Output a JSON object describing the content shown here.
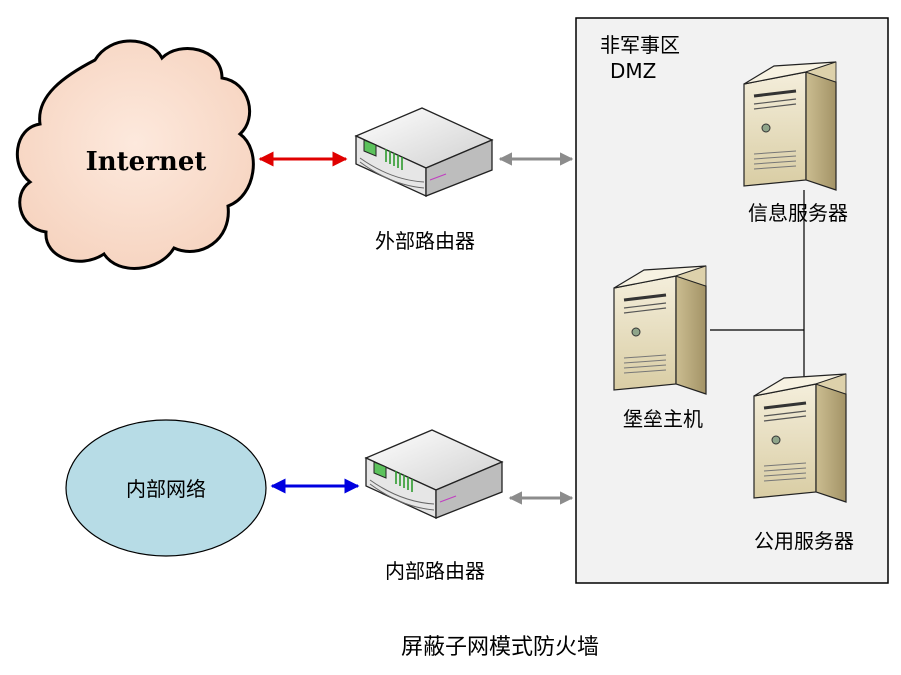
{
  "diagram": {
    "caption": "屏蔽子网模式防火墙",
    "internet": {
      "label": "Internet",
      "fill": "#f9dccb"
    },
    "internal_network": {
      "label": "内部网络",
      "fill": "#b7dce6"
    },
    "external_router": {
      "label": "外部路由器"
    },
    "internal_router": {
      "label": "内部路由器"
    },
    "dmz": {
      "title_line1": "非军事区",
      "title_line2": "DMZ",
      "fill": "#f2f2f2"
    },
    "info_server": {
      "label": "信息服务器"
    },
    "bastion_host": {
      "label": "堡垒主机"
    },
    "public_server": {
      "label": "公用服务器"
    },
    "colors": {
      "internet_link": "#e00000",
      "internal_link": "#0000e0",
      "dmz_link": "#8c8c8c",
      "server_body": "#e8dfc2",
      "server_side": "#b9ab80"
    }
  }
}
